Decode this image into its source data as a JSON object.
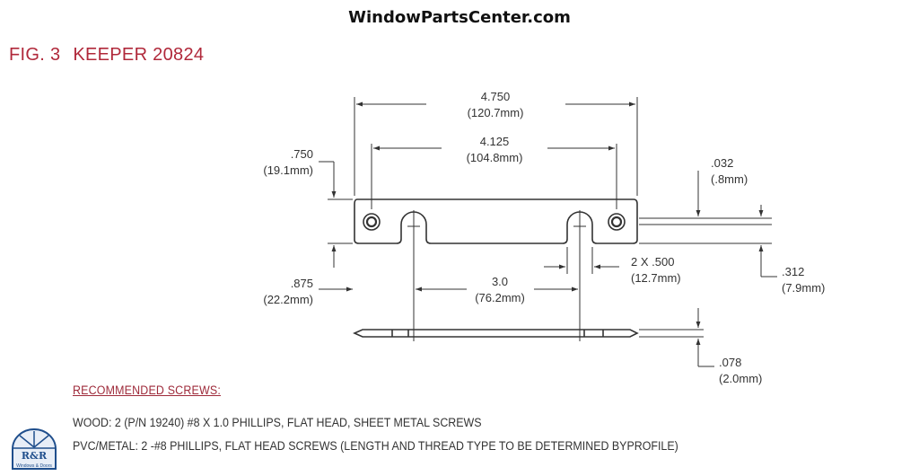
{
  "site": {
    "title": "WindowPartsCenter.com"
  },
  "figure": {
    "number": "FIG. 3",
    "name": "KEEPER 20824"
  },
  "dimensions": {
    "overall_length": {
      "inch": "4.750",
      "mm": "(120.7mm)"
    },
    "hole_spacing": {
      "inch": "4.125",
      "mm": "(104.8mm)"
    },
    "width": {
      "inch": ".750",
      "mm": "(19.1mm)"
    },
    "hole_offset": {
      "inch": ".875",
      "mm": "(22.2mm)"
    },
    "slot_spacing": {
      "inch": "3.0",
      "mm": "(76.2mm)"
    },
    "slot_width": {
      "inch": "2 X .500",
      "mm": "(12.7mm)"
    },
    "top_gap": {
      "inch": ".032",
      "mm": "(.8mm)"
    },
    "edge_height": {
      "inch": ".312",
      "mm": "(7.9mm)"
    },
    "thickness": {
      "inch": ".078",
      "mm": "(2.0mm)"
    }
  },
  "screws": {
    "heading": "RECOMMENDED SCREWS:",
    "wood": "WOOD: 2 (P/N 19240) #8 X 1.0 PHILLIPS, FLAT HEAD, SHEET METAL SCREWS",
    "pvc_metal": "PVC/METAL: 2 -#8 PHILLIPS, FLAT   HEAD SCREWS (LENGTH AND THREAD TYPE TO BE DETERMINED BYPROFILE)"
  },
  "logo": {
    "text": "R&R",
    "subtext": "Windows & Doors"
  },
  "colors": {
    "accent": "#b0283a",
    "line": "#333333",
    "logo_blue": "#1f4e8c"
  }
}
